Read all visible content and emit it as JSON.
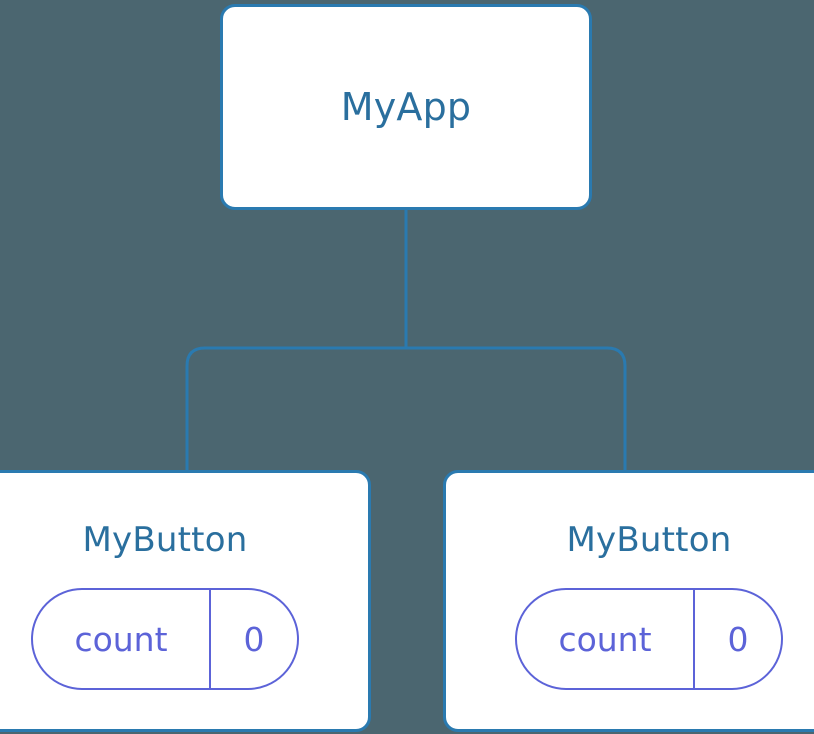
{
  "diagram": {
    "type": "component-tree",
    "background_color": "#4b6670",
    "node_border_color": "#2a7ab0",
    "node_title_color": "#2a6f9e",
    "state_accent_color": "#5c63d8",
    "connector_color": "#2a7ab0",
    "root": {
      "title": "MyApp"
    },
    "children": [
      {
        "title": "MyButton",
        "state": {
          "key": "count",
          "value": "0"
        }
      },
      {
        "title": "MyButton",
        "state": {
          "key": "count",
          "value": "0"
        }
      }
    ]
  }
}
